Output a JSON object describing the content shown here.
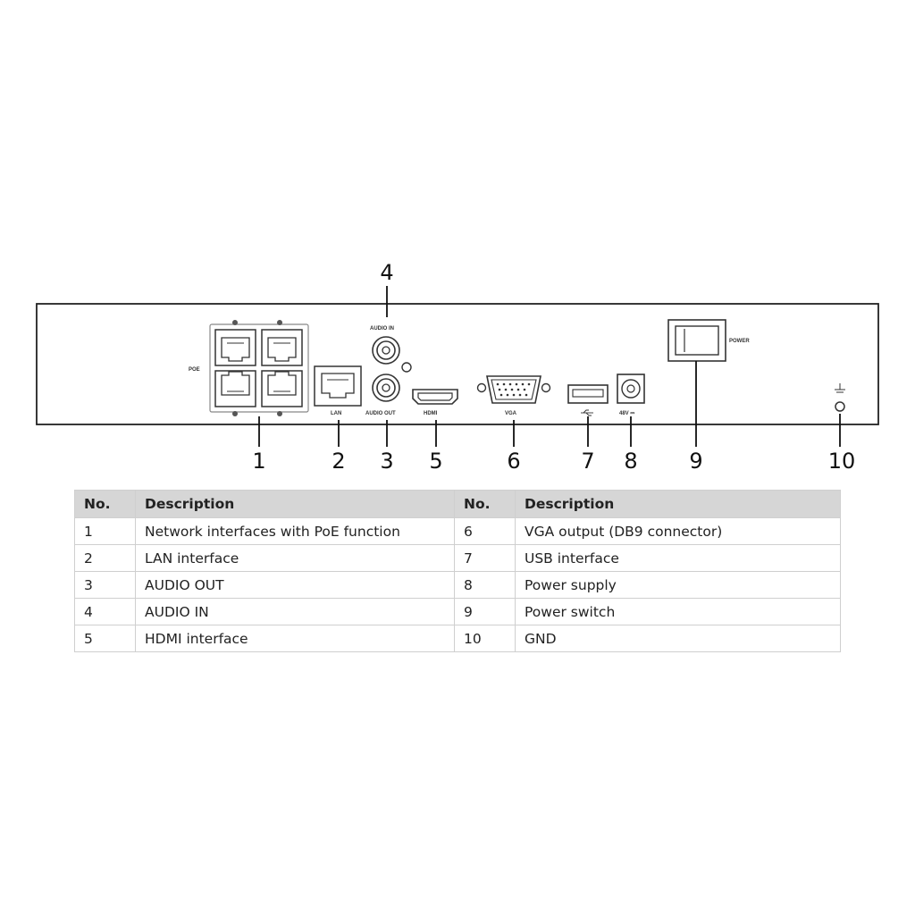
{
  "panel_labels": {
    "poe": "POE",
    "lan": "LAN",
    "audio_in": "AUDIO IN",
    "audio_out": "AUDIO OUT",
    "hdmi": "HDMI",
    "vga": "VGA",
    "power_supply": "48V ⎓",
    "power": "POWER"
  },
  "callouts": [
    "1",
    "2",
    "3",
    "4",
    "5",
    "6",
    "7",
    "8",
    "9",
    "10"
  ],
  "table": {
    "headers": [
      "No.",
      "Description",
      "No.",
      "Description"
    ],
    "rows": [
      {
        "no_left": "1",
        "desc_left": "Network interfaces with PoE function",
        "no_right": "6",
        "desc_right": "VGA output (DB9 connector)"
      },
      {
        "no_left": "2",
        "desc_left": "LAN interface",
        "no_right": "7",
        "desc_right": "USB interface"
      },
      {
        "no_left": "3",
        "desc_left": "AUDIO OUT",
        "no_right": "8",
        "desc_right": "Power supply"
      },
      {
        "no_left": "4",
        "desc_left": "AUDIO IN",
        "no_right": "9",
        "desc_right": "Power switch"
      },
      {
        "no_left": "5",
        "desc_left": "HDMI interface",
        "no_right": "10",
        "desc_right": "GND"
      }
    ]
  }
}
